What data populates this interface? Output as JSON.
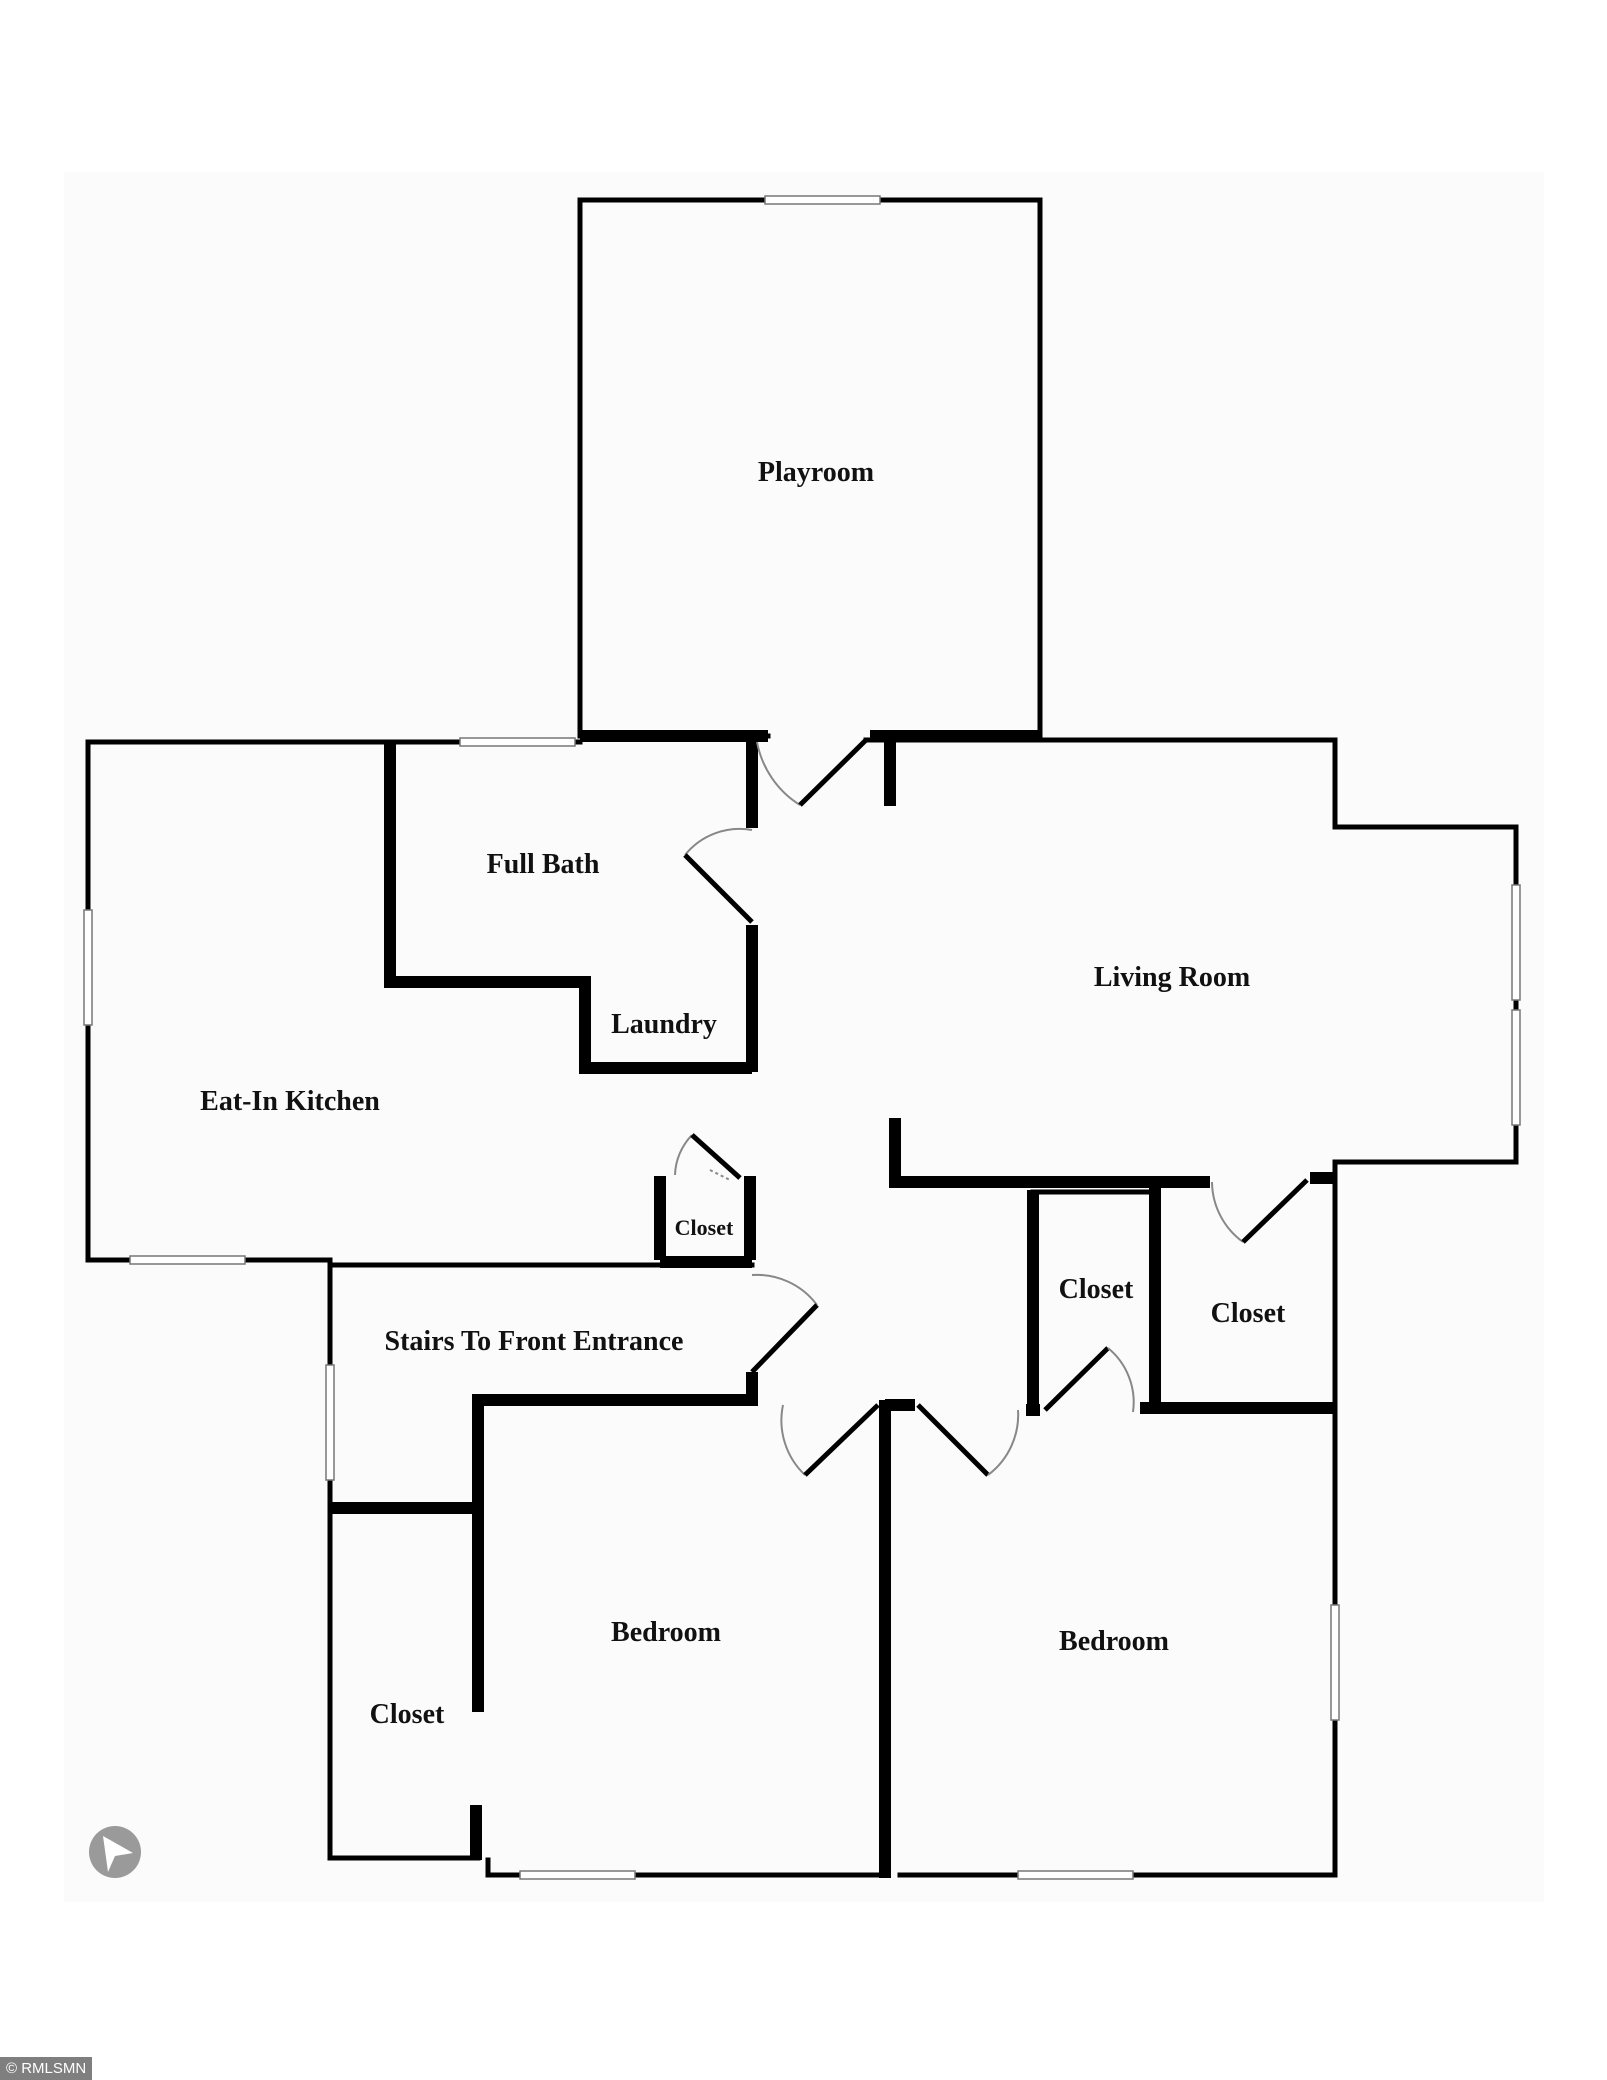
{
  "rooms": {
    "playroom": "Playroom",
    "full_bath": "Full Bath",
    "living_room": "Living Room",
    "laundry": "Laundry",
    "eat_in_kitchen": "Eat-In Kitchen",
    "closet_hall": "Closet",
    "stairs": "Stairs To Front Entrance",
    "closet_mid": "Closet",
    "closet_right": "Closet",
    "bedroom_left": "Bedroom",
    "bedroom_right": "Bedroom",
    "closet_left": "Closet"
  },
  "icons": {
    "compass": "north-arrow-icon"
  },
  "watermark": "© RMLSMN"
}
